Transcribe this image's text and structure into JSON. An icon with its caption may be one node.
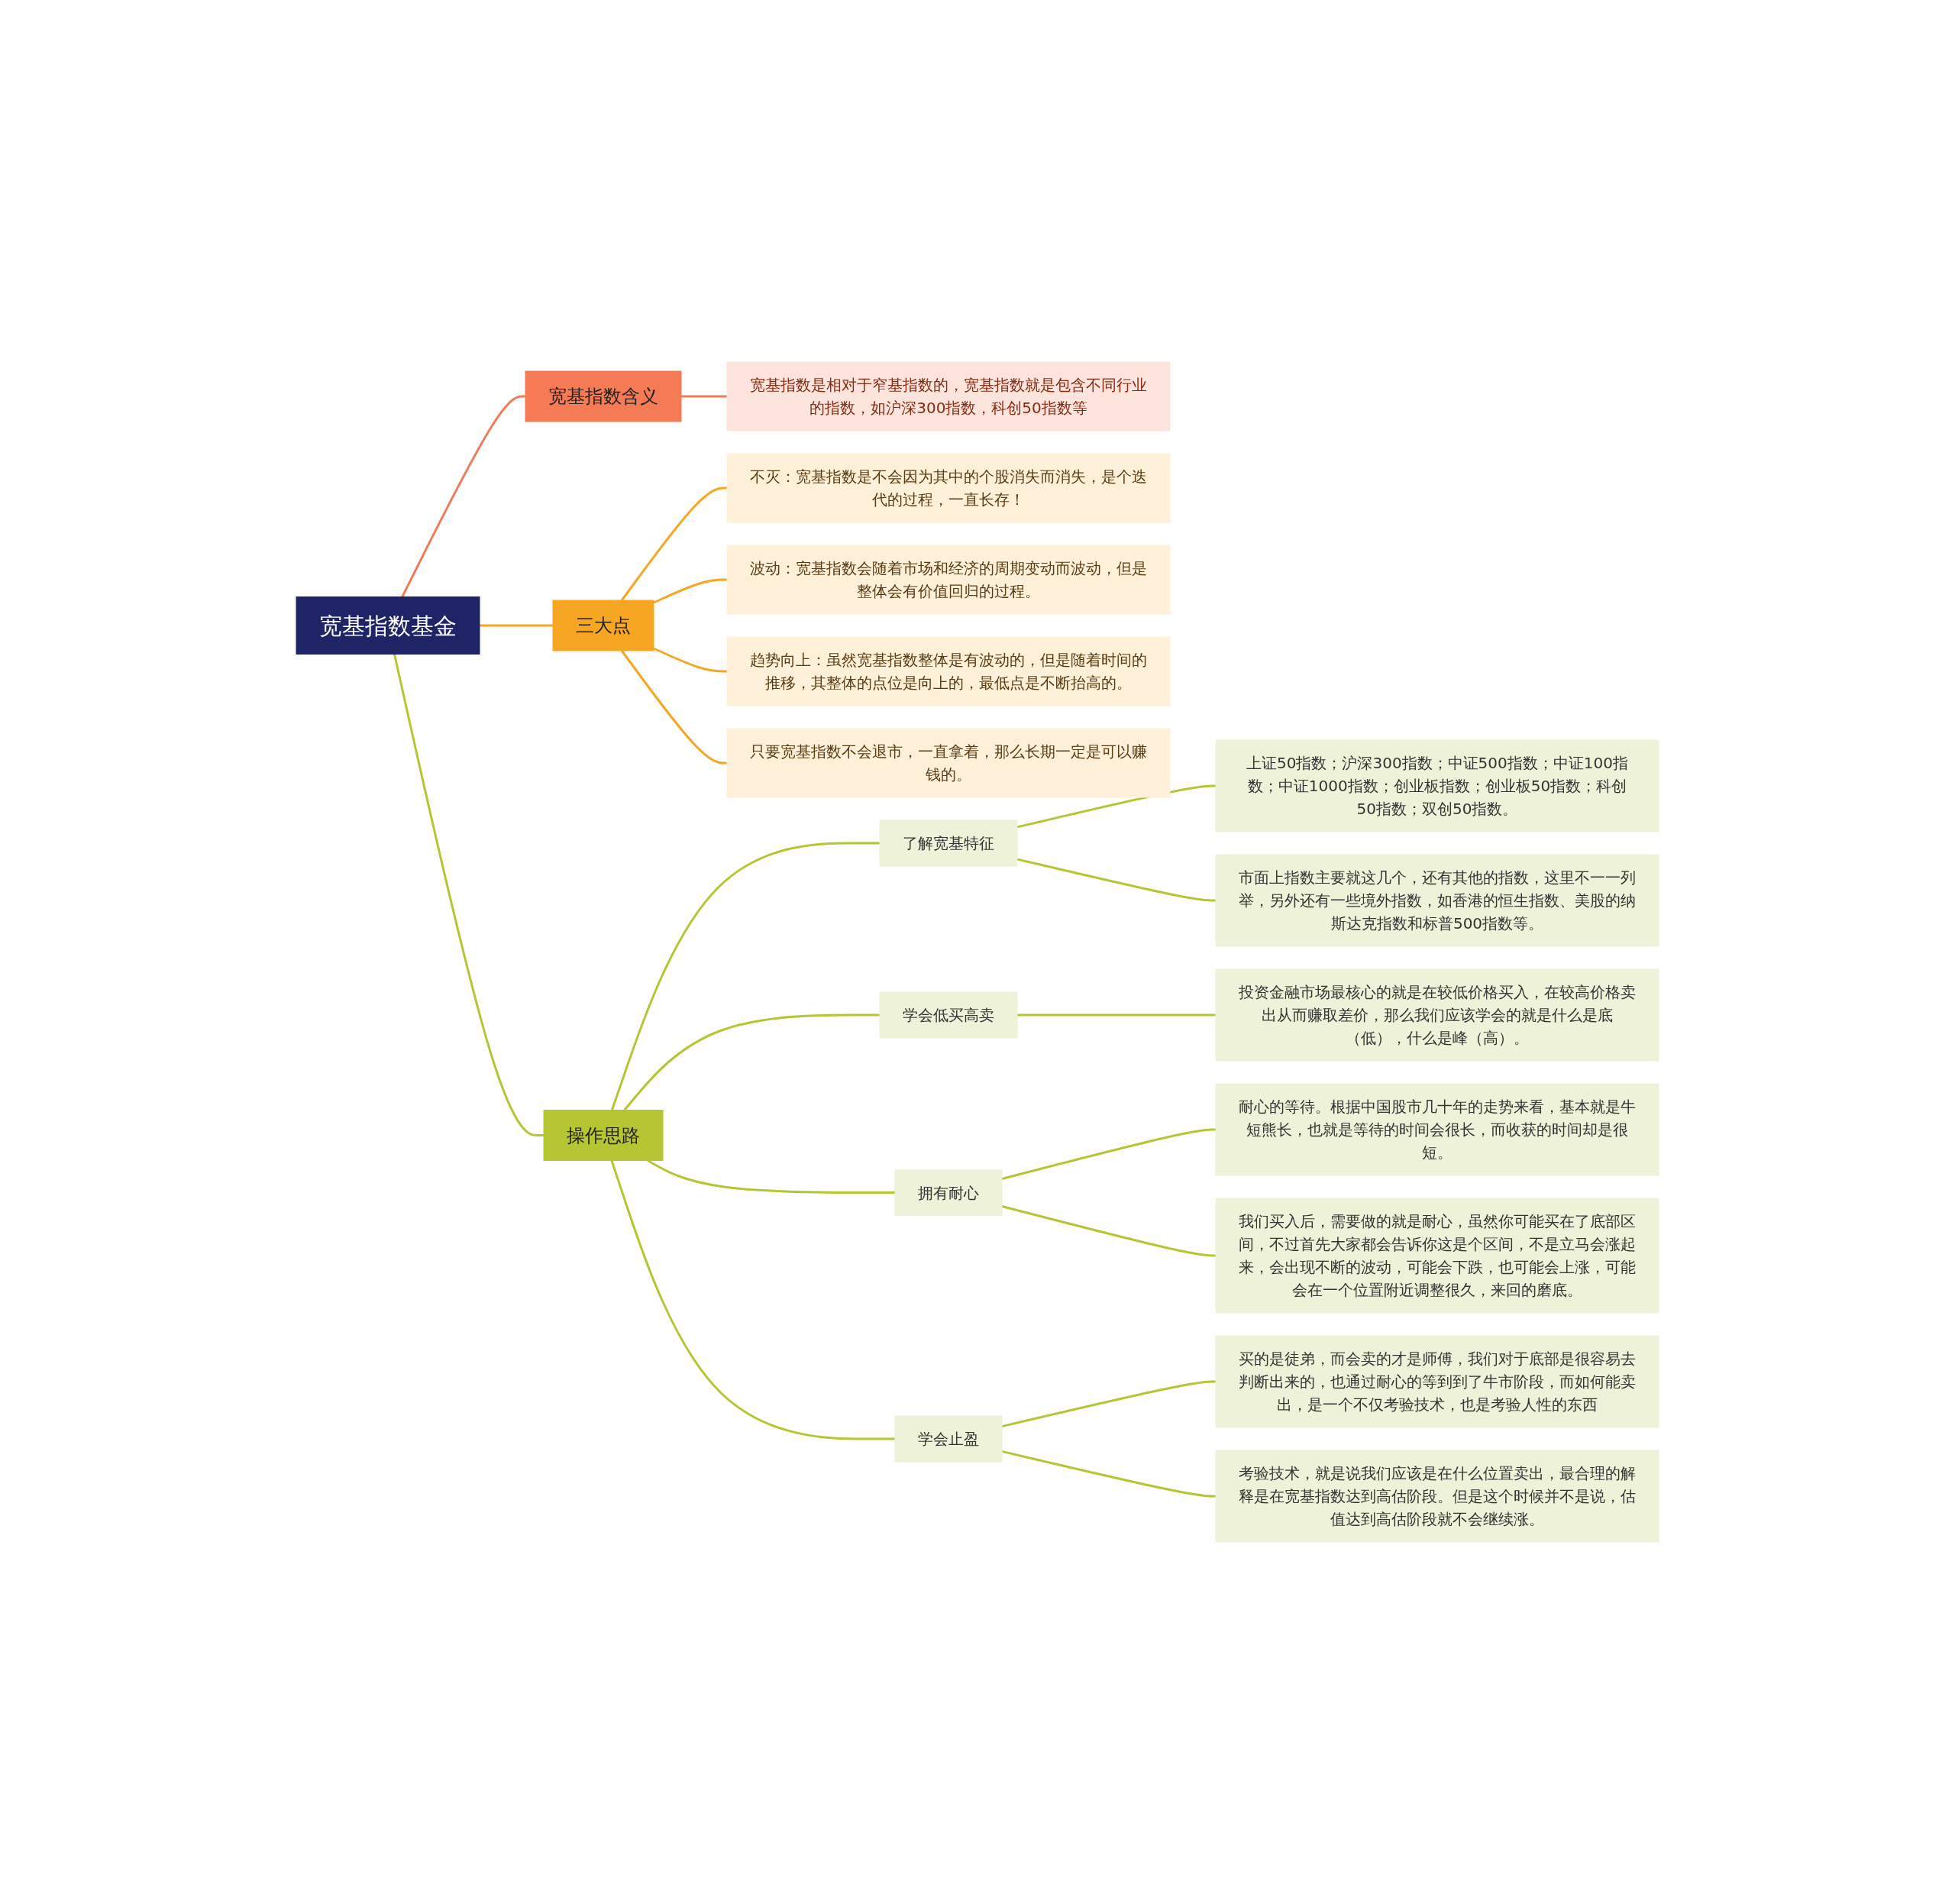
{
  "diagram": {
    "nodes": [
      {
        "text": [
          "宽基指数基金"
        ]
      },
      {
        "text": [
          "宽基指数含义"
        ]
      },
      {
        "text": [
          "宽基指数是相对于窄基指数的，宽基指数就是包含不同行业的指数，如沪深300指数，科创50指数等"
        ]
      },
      {
        "text": [
          "三大点"
        ]
      },
      {
        "text": [
          "不灭：宽基指数是不会因为其中的个股消失而消失，是个迭代的过程，一直长存！"
        ]
      },
      {
        "text": [
          "波动：宽基指数会随着市场和经济的周期变动而波动，但是整体会有价值回归的过程。"
        ]
      },
      {
        "text": [
          "趋势向上：虽然宽基指数整体是有波动的，但是随着时间的推移，其整体的点位是向上的，最低点是不断抬高的。"
        ]
      },
      {
        "text": [
          "只要宽基指数不会退市，一直拿着，那么长期一定是可以赚钱的。"
        ]
      },
      {
        "text": [
          "操作思路"
        ]
      },
      {
        "text": [
          "了解宽基特征"
        ]
      },
      {
        "text": [
          "上证50指数；沪深300指数；中证500指数；中证100指数；中证1000指数；创业板指数；创业板50指数；科创50指数；双创50指数。"
        ]
      },
      {
        "text": [
          "市面上指数主要就这几个，还有其他的指数，这里不一一列举，另外还有一些境外指数，如香港的恒生指数、美股的纳斯达克指数和标普500指数等。"
        ]
      },
      {
        "text": [
          "学会低买高卖"
        ]
      },
      {
        "text": [
          "投资金融市场最核心的就是在较低价格买入，在较高价格卖出从而赚取差价，那么我们应该学会的就是什么是底（低），什么是峰（高）。"
        ]
      },
      {
        "text": [
          "拥有耐心"
        ]
      },
      {
        "text": [
          "耐心的等待。根据中国股市几十年的走势来看，基本就是牛短熊长，也就是等待的时间会很长，而收获的时间却是很短。"
        ]
      },
      {
        "text": [
          "我们买入后，需要做的就是耐心，虽然你可能买在了底部区间，不过首先大家都会告诉你这是个区间，不是立马会涨起来，会出现不断的波动，可能会下跌，也可能会上涨，可能会在一个位置附近调整很久，来回的磨底。"
        ]
      },
      {
        "text": [
          "学会止盈"
        ]
      },
      {
        "text": [
          "买的是徒弟，而会卖的才是师傅，我们对于底部是很容易去判断出来的，也通过耐心的等到到了牛市阶段，而如何能卖出，是一个不仅考验技术，也是考验人性的东西"
        ]
      },
      {
        "text": [
          "考验技术，就是说我们应该是在什么位置卖出，最合理的解释是在宽基指数达到高估阶段。但是这个时候并不是说，估值达到高估阶段就不会继续涨。"
        ]
      }
    ],
    "edges": [
      {
        "from": 0,
        "to": 1,
        "arrow": "none",
        "color": "#f07c5a"
      },
      {
        "from": 1,
        "to": 2,
        "arrow": "none",
        "color": "#f07c5a"
      },
      {
        "from": 0,
        "to": 3,
        "arrow": "none",
        "color": "#f5a623"
      },
      {
        "from": 3,
        "to": 4,
        "arrow": "none",
        "color": "#f5a623"
      },
      {
        "from": 3,
        "to": 5,
        "arrow": "none",
        "color": "#f5a623"
      },
      {
        "from": 3,
        "to": 6,
        "arrow": "none",
        "color": "#f5a623"
      },
      {
        "from": 3,
        "to": 7,
        "arrow": "none",
        "color": "#f5a623"
      },
      {
        "from": 0,
        "to": 8,
        "arrow": "none"
      },
      {
        "from": 8,
        "to": 9,
        "arrow": "none"
      },
      {
        "from": 9,
        "to": 10,
        "arrow": "none"
      },
      {
        "from": 9,
        "to": 11,
        "arrow": "none"
      },
      {
        "from": 8,
        "to": 12,
        "arrow": "none"
      },
      {
        "from": 12,
        "to": 13,
        "arrow": "none"
      },
      {
        "from": 8,
        "to": 14,
        "arrow": "none"
      },
      {
        "from": 14,
        "to": 15,
        "arrow": "none"
      },
      {
        "from": 14,
        "to": 16,
        "arrow": "none"
      },
      {
        "from": 8,
        "to": 17,
        "arrow": "none"
      },
      {
        "from": 17,
        "to": 18,
        "arrow": "none"
      },
      {
        "from": 17,
        "to": 19,
        "arrow": "none"
      }
    ]
  }
}
